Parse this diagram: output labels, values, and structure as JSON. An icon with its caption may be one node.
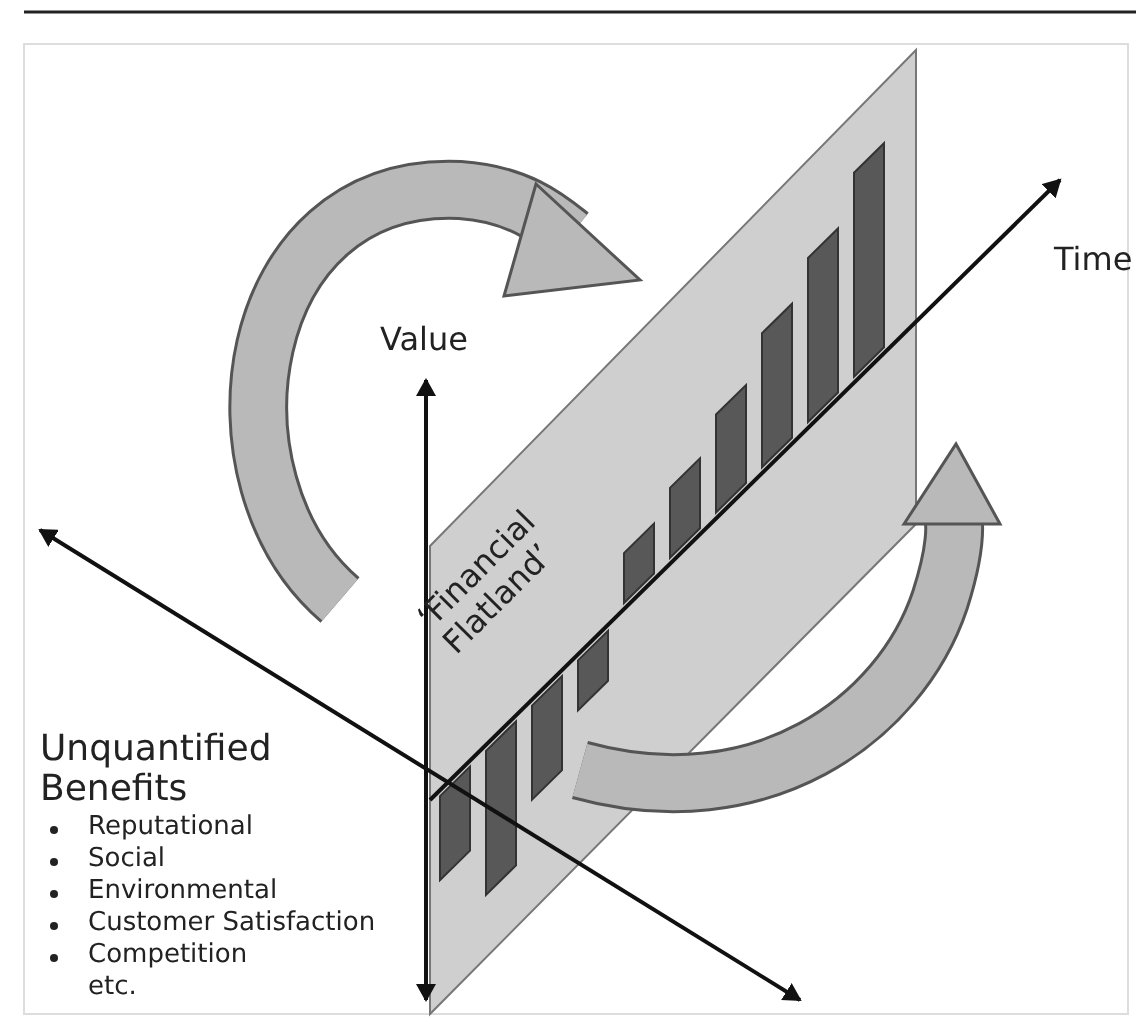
{
  "diagram": {
    "nodes": [
      {
        "text": [
          "‘Financial Flatland’"
        ]
      }
    ],
    "edges": [],
    "labels": [
      "Value",
      "Time",
      "Unquantified Benefits",
      "Reputational",
      "Social",
      "Environmental",
      "Customer Satisfaction",
      "Competition",
      "etc."
    ]
  }
}
